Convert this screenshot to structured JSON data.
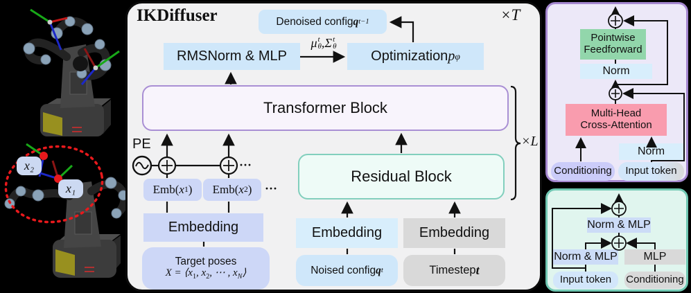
{
  "colors": {
    "panel_bg": "#f1f1f2",
    "light_blue": "#cfe7fa",
    "lavender": "#cdd7f7",
    "gray": "#d9d9d9",
    "transformer_border": "#a98fd4",
    "transformer_fill": "#f8f4fc",
    "residual_border": "#82cfbd",
    "residual_fill": "#eefbf7",
    "attention_panel_bg": "#ece8f8",
    "attention_panel_border": "#a486cf",
    "residual_panel_bg": "#e0f5ee",
    "residual_panel_border": "#6fc7b2",
    "feedforward_green": "#92d6ab",
    "attention_pink": "#f99cae",
    "norm_blue": "#d8eefc",
    "conditioning_lavender": "#cbccf9",
    "trajectory_red": "#e8191c",
    "robot_base_yellow": "#98901f"
  },
  "robots": {
    "label_x1": "x₁",
    "label_x2": "x₂"
  },
  "main": {
    "title": "IKDiffuser",
    "repeat_outer": "×T",
    "repeat_inner": "×L",
    "denoised": {
      "label": "Denoised config ",
      "var": "q",
      "sup": "t−1"
    },
    "rmsnorm": "RMSNorm & MLP",
    "musigma": {
      "mu": "μ",
      "comma": ", ",
      "sigma": "Σ",
      "sup": "t",
      "sub": "θ"
    },
    "optimization": {
      "label": "Optimization ",
      "var": "p",
      "sub": "φ"
    },
    "transformer": "Transformer Block",
    "residual": "Residual Block",
    "pe": "PE",
    "emb1": {
      "pre": "Emb(",
      "var": "x",
      "sub": "1",
      "post": ")"
    },
    "emb2": {
      "pre": "Emb(",
      "var": "x",
      "sub": "2",
      "post": ")"
    },
    "dots": "···",
    "embedding_targets": "Embedding",
    "embedding_config": "Embedding",
    "embedding_timestep": "Embedding",
    "target_poses": {
      "line1": "Target poses",
      "set": "X",
      "eq": " = ⟨",
      "x1": "x",
      "s1": "1",
      "c1": ", ",
      "x2": "x",
      "s2": "2",
      "c2": ", ⋯ , ",
      "xn": "x",
      "sn": "N",
      "close": "⟩"
    },
    "noised": {
      "label": "Noised config ",
      "var": "q",
      "sup": "t"
    },
    "timestep": {
      "label": "Timestep ",
      "var": "t"
    }
  },
  "attention_panel": {
    "feedforward_l1": "Pointwise",
    "feedforward_l2": "Feedforward",
    "norm_top": "Norm",
    "mhca_l1": "Multi-Head",
    "mhca_l2": "Cross-Attention",
    "norm_bottom": "Norm",
    "conditioning": "Conditioning",
    "input_token": "Input token"
  },
  "residual_panel": {
    "norm_mlp_top": "Norm & MLP",
    "norm_mlp_left": "Norm & MLP",
    "mlp": "MLP",
    "input_token": "Input token",
    "conditioning": "Conditioning"
  }
}
